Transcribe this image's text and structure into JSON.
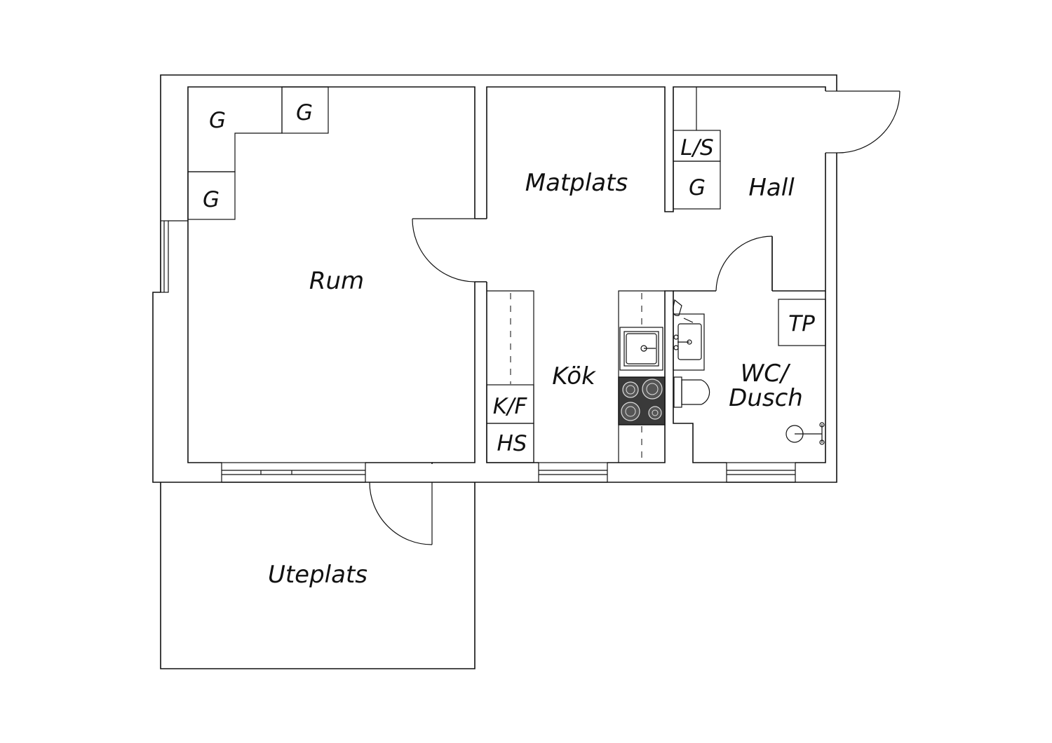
{
  "rooms": {
    "rum": "Rum",
    "matplats": "Matplats",
    "hall": "Hall",
    "kok": "Kök",
    "wc_line1": "WC/",
    "wc_line2": "Dusch",
    "uteplats": "Uteplats"
  },
  "fixtures": {
    "wardrobe_1": "G",
    "wardrobe_2": "G",
    "wardrobe_3": "G",
    "wardrobe_hall": "G",
    "linen_storage": "L/S",
    "fridge_freezer": "K/F",
    "tall_cabinet": "HS",
    "washing_machine": "TP"
  }
}
